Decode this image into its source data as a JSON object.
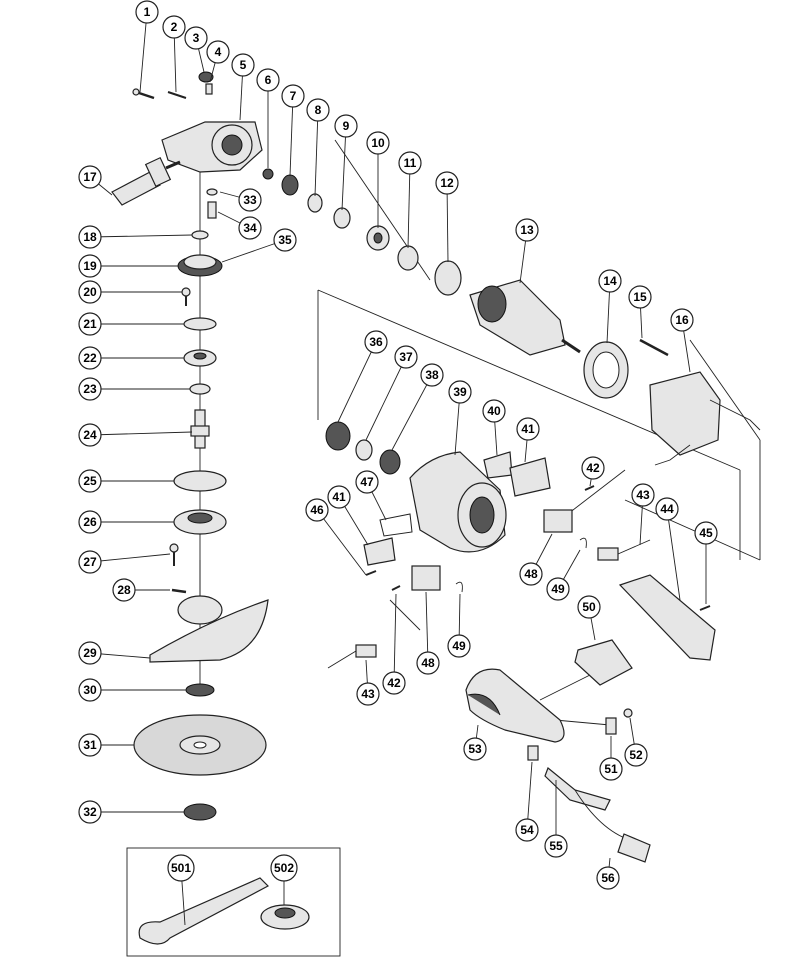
{
  "callouts": [
    {
      "id": "c1",
      "label": "1"
    },
    {
      "id": "c2",
      "label": "2"
    },
    {
      "id": "c3",
      "label": "3"
    },
    {
      "id": "c4",
      "label": "4"
    },
    {
      "id": "c5",
      "label": "5"
    },
    {
      "id": "c6",
      "label": "6"
    },
    {
      "id": "c7",
      "label": "7"
    },
    {
      "id": "c8",
      "label": "8"
    },
    {
      "id": "c9",
      "label": "9"
    },
    {
      "id": "c10",
      "label": "10"
    },
    {
      "id": "c11",
      "label": "11"
    },
    {
      "id": "c12",
      "label": "12"
    },
    {
      "id": "c13",
      "label": "13"
    },
    {
      "id": "c14",
      "label": "14"
    },
    {
      "id": "c15",
      "label": "15"
    },
    {
      "id": "c16",
      "label": "16"
    },
    {
      "id": "c17",
      "label": "17"
    },
    {
      "id": "c18",
      "label": "18"
    },
    {
      "id": "c19",
      "label": "19"
    },
    {
      "id": "c20",
      "label": "20"
    },
    {
      "id": "c21",
      "label": "21"
    },
    {
      "id": "c22",
      "label": "22"
    },
    {
      "id": "c23",
      "label": "23"
    },
    {
      "id": "c24",
      "label": "24"
    },
    {
      "id": "c25",
      "label": "25"
    },
    {
      "id": "c26",
      "label": "26"
    },
    {
      "id": "c27",
      "label": "27"
    },
    {
      "id": "c28",
      "label": "28"
    },
    {
      "id": "c29",
      "label": "29"
    },
    {
      "id": "c30",
      "label": "30"
    },
    {
      "id": "c31",
      "label": "31"
    },
    {
      "id": "c32",
      "label": "32"
    },
    {
      "id": "c33",
      "label": "33"
    },
    {
      "id": "c34",
      "label": "34"
    },
    {
      "id": "c35",
      "label": "35"
    },
    {
      "id": "c36",
      "label": "36"
    },
    {
      "id": "c37",
      "label": "37"
    },
    {
      "id": "c38",
      "label": "38"
    },
    {
      "id": "c39",
      "label": "39"
    },
    {
      "id": "c40",
      "label": "40"
    },
    {
      "id": "c41a",
      "label": "41"
    },
    {
      "id": "c41b",
      "label": "41"
    },
    {
      "id": "c42a",
      "label": "42"
    },
    {
      "id": "c42b",
      "label": "42"
    },
    {
      "id": "c43a",
      "label": "43"
    },
    {
      "id": "c43b",
      "label": "43"
    },
    {
      "id": "c44",
      "label": "44"
    },
    {
      "id": "c45",
      "label": "45"
    },
    {
      "id": "c46",
      "label": "46"
    },
    {
      "id": "c47",
      "label": "47"
    },
    {
      "id": "c48a",
      "label": "48"
    },
    {
      "id": "c48b",
      "label": "48"
    },
    {
      "id": "c49a",
      "label": "49"
    },
    {
      "id": "c49b",
      "label": "49"
    },
    {
      "id": "c50",
      "label": "50"
    },
    {
      "id": "c51",
      "label": "51"
    },
    {
      "id": "c52",
      "label": "52"
    },
    {
      "id": "c53",
      "label": "53"
    },
    {
      "id": "c54",
      "label": "54"
    },
    {
      "id": "c55",
      "label": "55"
    },
    {
      "id": "c56",
      "label": "56"
    },
    {
      "id": "c501",
      "label": "501"
    },
    {
      "id": "c502",
      "label": "502"
    }
  ]
}
